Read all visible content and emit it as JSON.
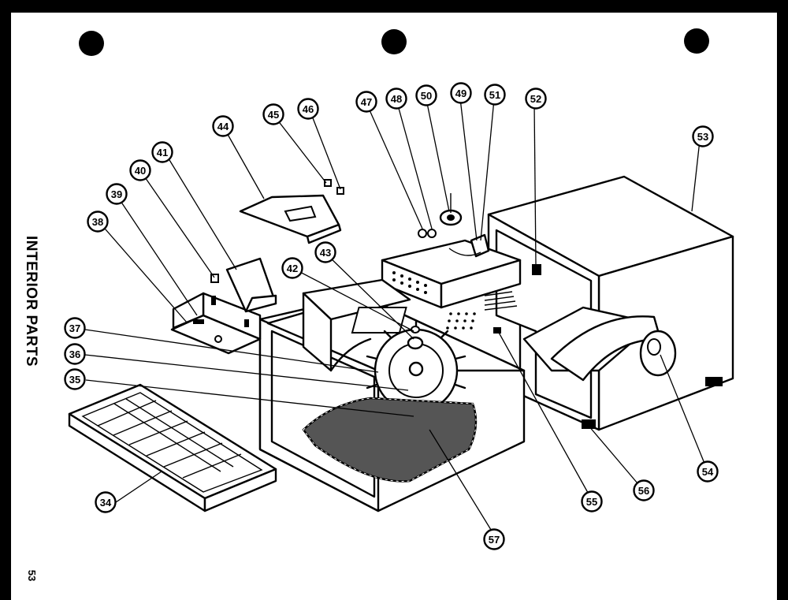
{
  "page": {
    "side_title": "INTERIOR PARTS",
    "page_number": "53"
  },
  "callouts": [
    "34",
    "35",
    "36",
    "37",
    "38",
    "39",
    "40",
    "41",
    "42",
    "43",
    "44",
    "45",
    "46",
    "47",
    "48",
    "50",
    "49",
    "51",
    "52",
    "53",
    "54",
    "55",
    "56",
    "57"
  ],
  "icons": [
    "binder-hole-icon"
  ]
}
